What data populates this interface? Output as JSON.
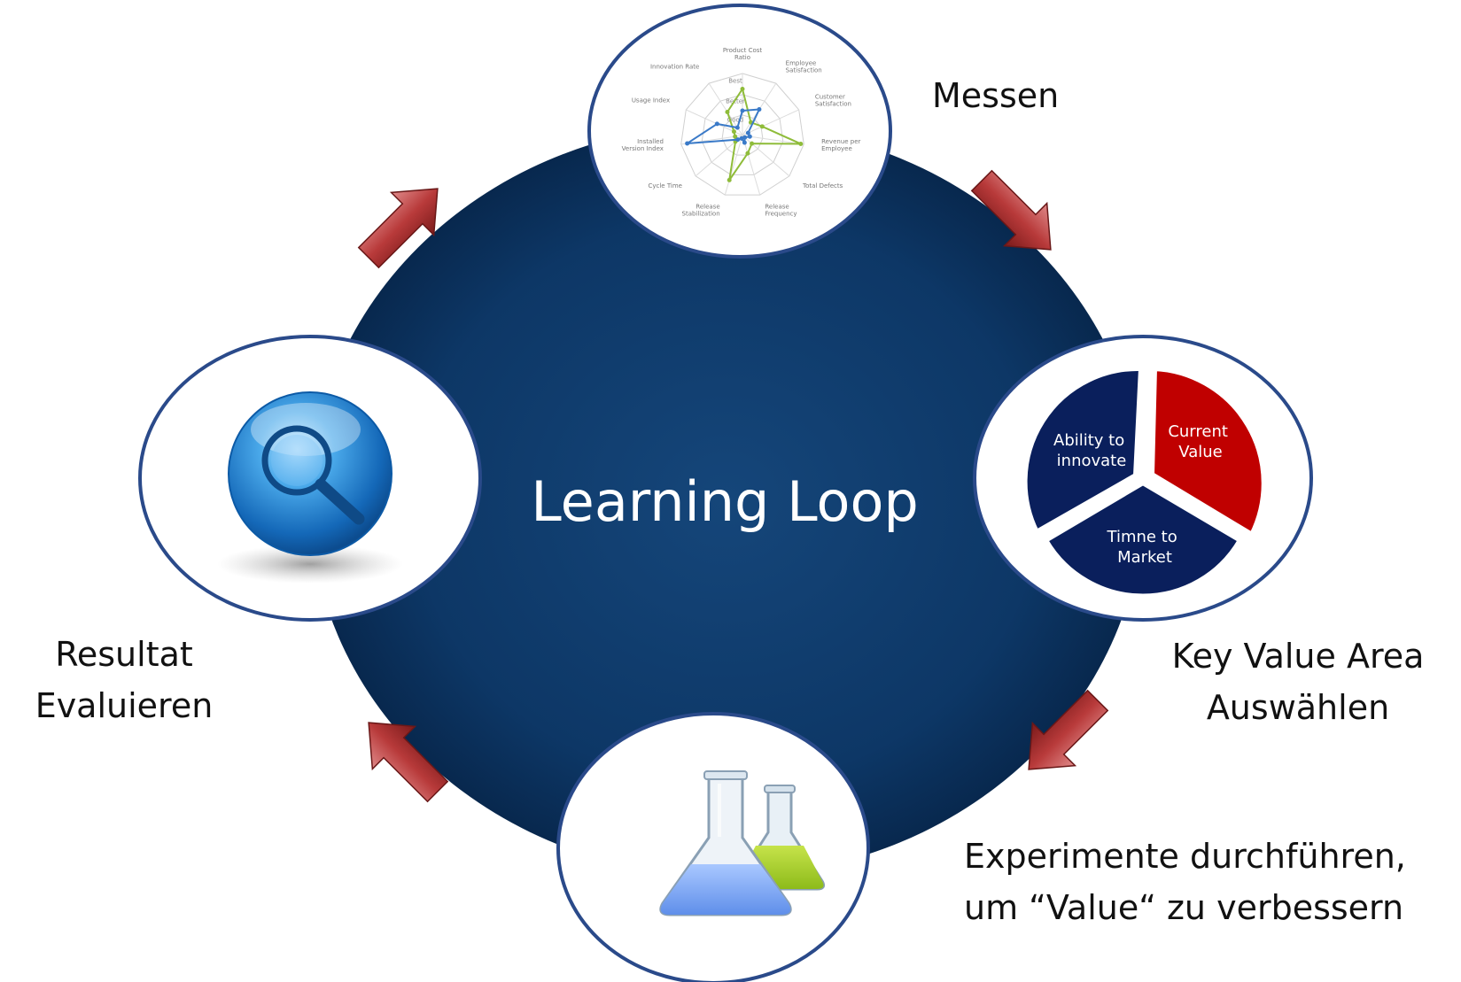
{
  "center_title": "Learning Loop",
  "steps": {
    "measure": "Messen",
    "select_kva": {
      "line1": "Key Value Area",
      "line2": "Auswählen"
    },
    "experiment": {
      "line1": "Experimente durchführen,",
      "line2": "um “Value“ zu verbessern"
    },
    "evaluate": {
      "line1": "Resultat",
      "line2": "Evaluieren"
    }
  },
  "pie": {
    "current_value": {
      "line1": "Current",
      "line2": "Value"
    },
    "ability": {
      "line1": "Ability to",
      "line2": "innovate"
    },
    "time_to_market": {
      "line1": "Timne to",
      "line2": "Market"
    }
  },
  "radar": {
    "axes": [
      {
        "line1": "Product Cost",
        "line2": "Ratio"
      },
      {
        "line1": "Employee",
        "line2": "Satisfaction"
      },
      {
        "line1": "Customer",
        "line2": "Satisfaction"
      },
      {
        "line1": "Revenue per",
        "line2": "Employee"
      },
      {
        "line1": "Total Defects",
        "line2": ""
      },
      {
        "line1": "Release",
        "line2": "Frequency"
      },
      {
        "line1": "Release",
        "line2": "Stabilization"
      },
      {
        "line1": "Cycle Time",
        "line2": ""
      },
      {
        "line1": "Installed",
        "line2": "Version Index"
      },
      {
        "line1": "Usage Index",
        "line2": ""
      },
      {
        "line1": "Innovation Rate",
        "line2": ""
      }
    ],
    "ring_labels": [
      "Best",
      "Better",
      "Good"
    ],
    "series": [
      {
        "color": "#8fbc3a",
        "values": [
          0.75,
          0.25,
          0.35,
          0.95,
          0.2,
          0.3,
          0.75,
          0.15,
          0.12,
          0.15,
          0.45
        ]
      },
      {
        "color": "#3a7ac8",
        "values": [
          0.4,
          0.5,
          0.1,
          0.12,
          0.05,
          0.12,
          0.05,
          0.1,
          0.9,
          0.45,
          0.15
        ]
      }
    ]
  },
  "colors": {
    "loop": "#0b3461",
    "ring": "#2a4a8a",
    "arrow": "#b03a3a",
    "pie_red": "#c00000",
    "pie_navy": "#0a1f5c"
  }
}
